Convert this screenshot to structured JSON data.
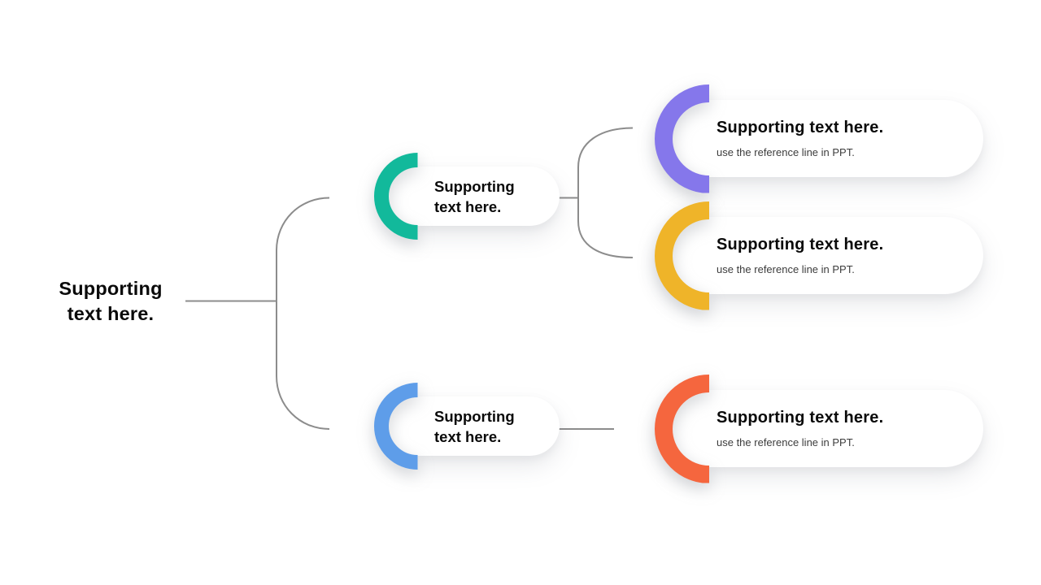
{
  "slide": {
    "background": "#FFFFFF",
    "text_color": "#0A0A0A",
    "subtitle_color": "#3C3C3C"
  },
  "diagram": {
    "connector_color": "#8C8C8C",
    "root": {
      "lines": [
        "Supporting",
        "text here."
      ]
    },
    "branches": [
      {
        "label_lines": [
          "Supporting",
          "text here."
        ],
        "accent_color": "#12B99B"
      },
      {
        "label_lines": [
          "Supporting",
          "text here."
        ],
        "accent_color": "#5E9DE9"
      }
    ],
    "leaves": [
      {
        "title": "Supporting text here.",
        "subtitle": "use the reference line in PPT.",
        "accent_color": "#8577EB"
      },
      {
        "title": "Supporting text here.",
        "subtitle": "use the reference line in PPT.",
        "accent_color": "#EFB429"
      },
      {
        "title": "Supporting text here.",
        "subtitle": "use the reference line in PPT.",
        "accent_color": "#F5663E"
      }
    ]
  }
}
